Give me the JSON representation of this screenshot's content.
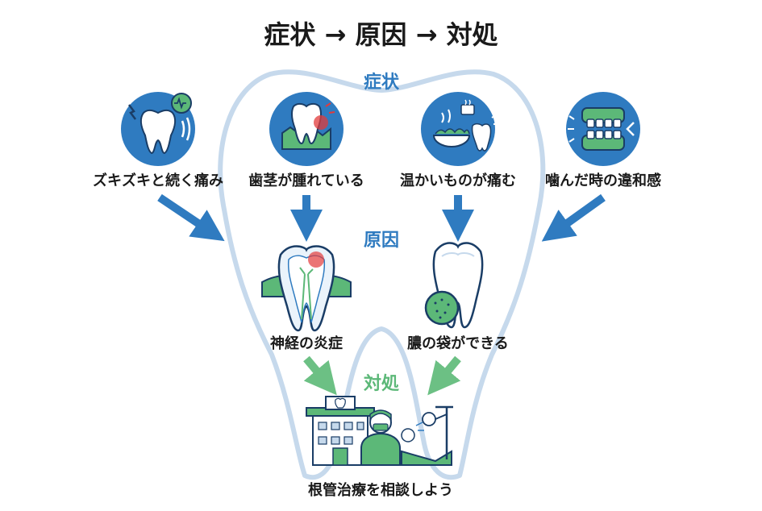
{
  "title": "症状 → 原因 → 対処",
  "sections": {
    "symptoms": "症状",
    "causes": "原因",
    "treatment": "対処"
  },
  "symptoms": [
    {
      "label": "ズキズキと続く痛み",
      "icon": "throbbing-tooth-icon"
    },
    {
      "label": "歯茎が腫れている",
      "icon": "swollen-gum-icon"
    },
    {
      "label": "温かいものが痛む",
      "icon": "hot-food-pain-icon"
    },
    {
      "label": "噛んだ時の違和感",
      "icon": "bite-discomfort-icon"
    }
  ],
  "causes": [
    {
      "label": "神経の炎症",
      "icon": "inflamed-nerve-icon"
    },
    {
      "label": "膿の袋ができる",
      "icon": "pus-sac-icon"
    }
  ],
  "treatment": {
    "label": "根管治療を相談しよう",
    "icon": "dental-clinic-icon"
  },
  "colors": {
    "blue": "#2f7bc0",
    "green": "#5cb878",
    "tooth_outline": "#c6d9ec",
    "red": "#e23b3b"
  }
}
